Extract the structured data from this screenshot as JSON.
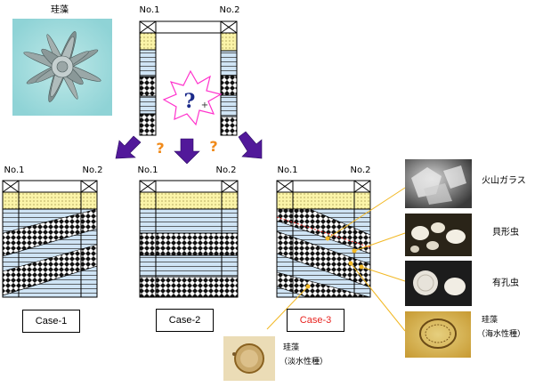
{
  "top": {
    "diatom_label": "珪藻",
    "no1": "No.1",
    "no2": "No.2",
    "question_mark": "?",
    "cursor_mark": "+",
    "arrow_q_left": "?",
    "arrow_q_right": "?"
  },
  "cases": [
    {
      "no1": "No.1",
      "no2": "No.2",
      "label": "Case-1"
    },
    {
      "no1": "No.1",
      "no2": "No.2",
      "label": "Case-2"
    },
    {
      "no1": "No.1",
      "no2": "No.2",
      "label": "Case-3"
    }
  ],
  "side_labels": {
    "volcanic_glass": "火山ガラス",
    "ostracod": "貝形虫",
    "foraminifera": "有孔虫",
    "marine_diatom_line1": "珪藻",
    "marine_diatom_line2": "（海水性種）",
    "fresh_diatom_line1": "珪藻",
    "fresh_diatom_line2": "（淡水性種）"
  },
  "colors": {
    "yellow_layer": "#fbf4a8",
    "blue_layer": "#cfe4f5",
    "case3_label": "#e8231f",
    "callout_line": "#f2b824",
    "arrow": "#52199a",
    "question_orange": "#f08a1a",
    "star_border": "#ff33cc"
  }
}
